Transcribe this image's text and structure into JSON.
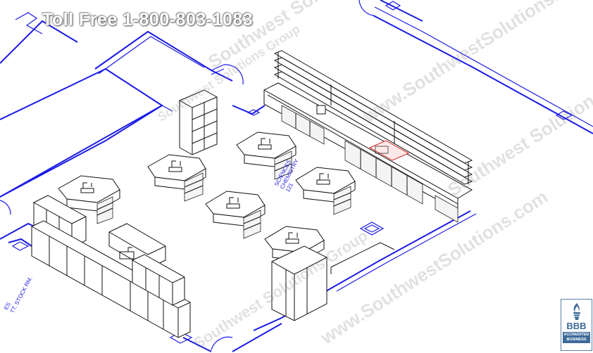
{
  "header": {
    "phone": "Toll Free 1-800-803-1083"
  },
  "watermarks": [
    "Southwest Solutions Group",
    "www.SouthwestSolutions.com",
    "Southwest Solutions Group",
    "Southwest Solutions Group",
    "www.SouthwestSolutions.com",
    "Southwest Solutions Group"
  ],
  "room_label": {
    "line1": "SCIENCES",
    "line2": "CHEMISTRY",
    "line3": "121"
  },
  "stock_label": {
    "line1": "ES",
    "line2": "TT. STOCK RM."
  },
  "badge": {
    "title": "BBB",
    "line1": "ACCREDITED",
    "line2": "BUSINESS"
  },
  "colors": {
    "walls": "#1a1ae6",
    "furniture": "#111111",
    "watermark": "#787878",
    "badge": "#3d6a99"
  }
}
